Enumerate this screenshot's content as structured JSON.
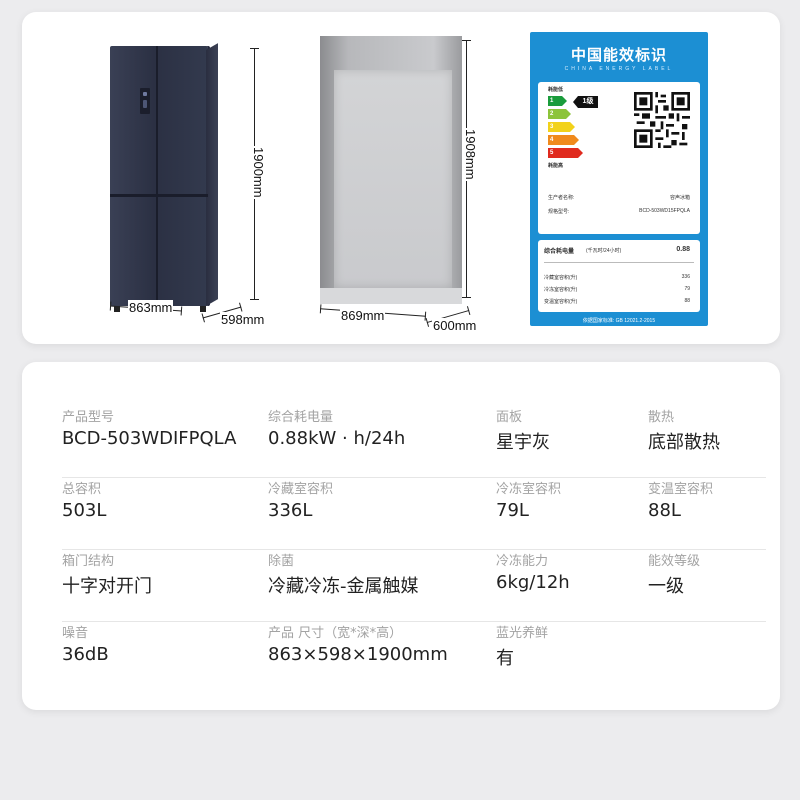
{
  "dimensions": {
    "fridge_height": "1900mm",
    "fridge_width": "863mm",
    "fridge_depth": "598mm",
    "cabinet_height": "1908mm",
    "cabinet_width": "869mm",
    "cabinet_depth": "600mm"
  },
  "energy_label": {
    "title": "中国能效标识",
    "subtitle": "CHINA ENERGY LABEL",
    "low_label": "耗能低",
    "high_label": "耗能高",
    "grade": "1级",
    "grade_levels": [
      "1",
      "2",
      "3",
      "4",
      "5"
    ],
    "grade_colors": [
      "#1a9c3c",
      "#8cc43a",
      "#f2d21a",
      "#f08a1c",
      "#e02a1e"
    ],
    "manufacturer_label": "生产者名称:",
    "manufacturer": "容声冰箱",
    "model_label": "规格型号:",
    "model": "BCD-503WD15FPQLA",
    "consumption_label": "综合耗电量",
    "consumption_unit": "(千瓦时/24小时)",
    "consumption": "0.88",
    "rows": [
      {
        "label": "冷藏室容积(升)",
        "value": "336"
      },
      {
        "label": "冷冻室容积(升)",
        "value": "79"
      },
      {
        "label": "变温室容积(升)",
        "value": "88"
      }
    ],
    "footer": "依据国家标准: GB 12021.2-2015"
  },
  "specs": [
    [
      {
        "label": "产品型号",
        "value": "BCD-503WDIFPQLA"
      },
      {
        "label": "综合耗电量",
        "value": "0.88kW · h/24h"
      },
      {
        "label": "面板",
        "value": "星宇灰"
      },
      {
        "label": "散热",
        "value": "底部散热"
      }
    ],
    [
      {
        "label": "总容积",
        "value": "503L"
      },
      {
        "label": "冷藏室容积",
        "value": "336L"
      },
      {
        "label": "冷冻室容积",
        "value": "79L"
      },
      {
        "label": "变温室容积",
        "value": "88L"
      }
    ],
    [
      {
        "label": "箱门结构",
        "value": "十字对开门"
      },
      {
        "label": "除菌",
        "value": "冷藏冷冻-金属触媒"
      },
      {
        "label": "冷冻能力",
        "value": "6kg/12h"
      },
      {
        "label": "能效等级",
        "value": "一级"
      }
    ],
    [
      {
        "label": "噪音",
        "value": "36dB"
      },
      {
        "label": "产品 尺寸（宽*深*高）",
        "value": "863×598×1900mm"
      },
      {
        "label": "蓝光养鲜",
        "value": "有"
      }
    ]
  ]
}
